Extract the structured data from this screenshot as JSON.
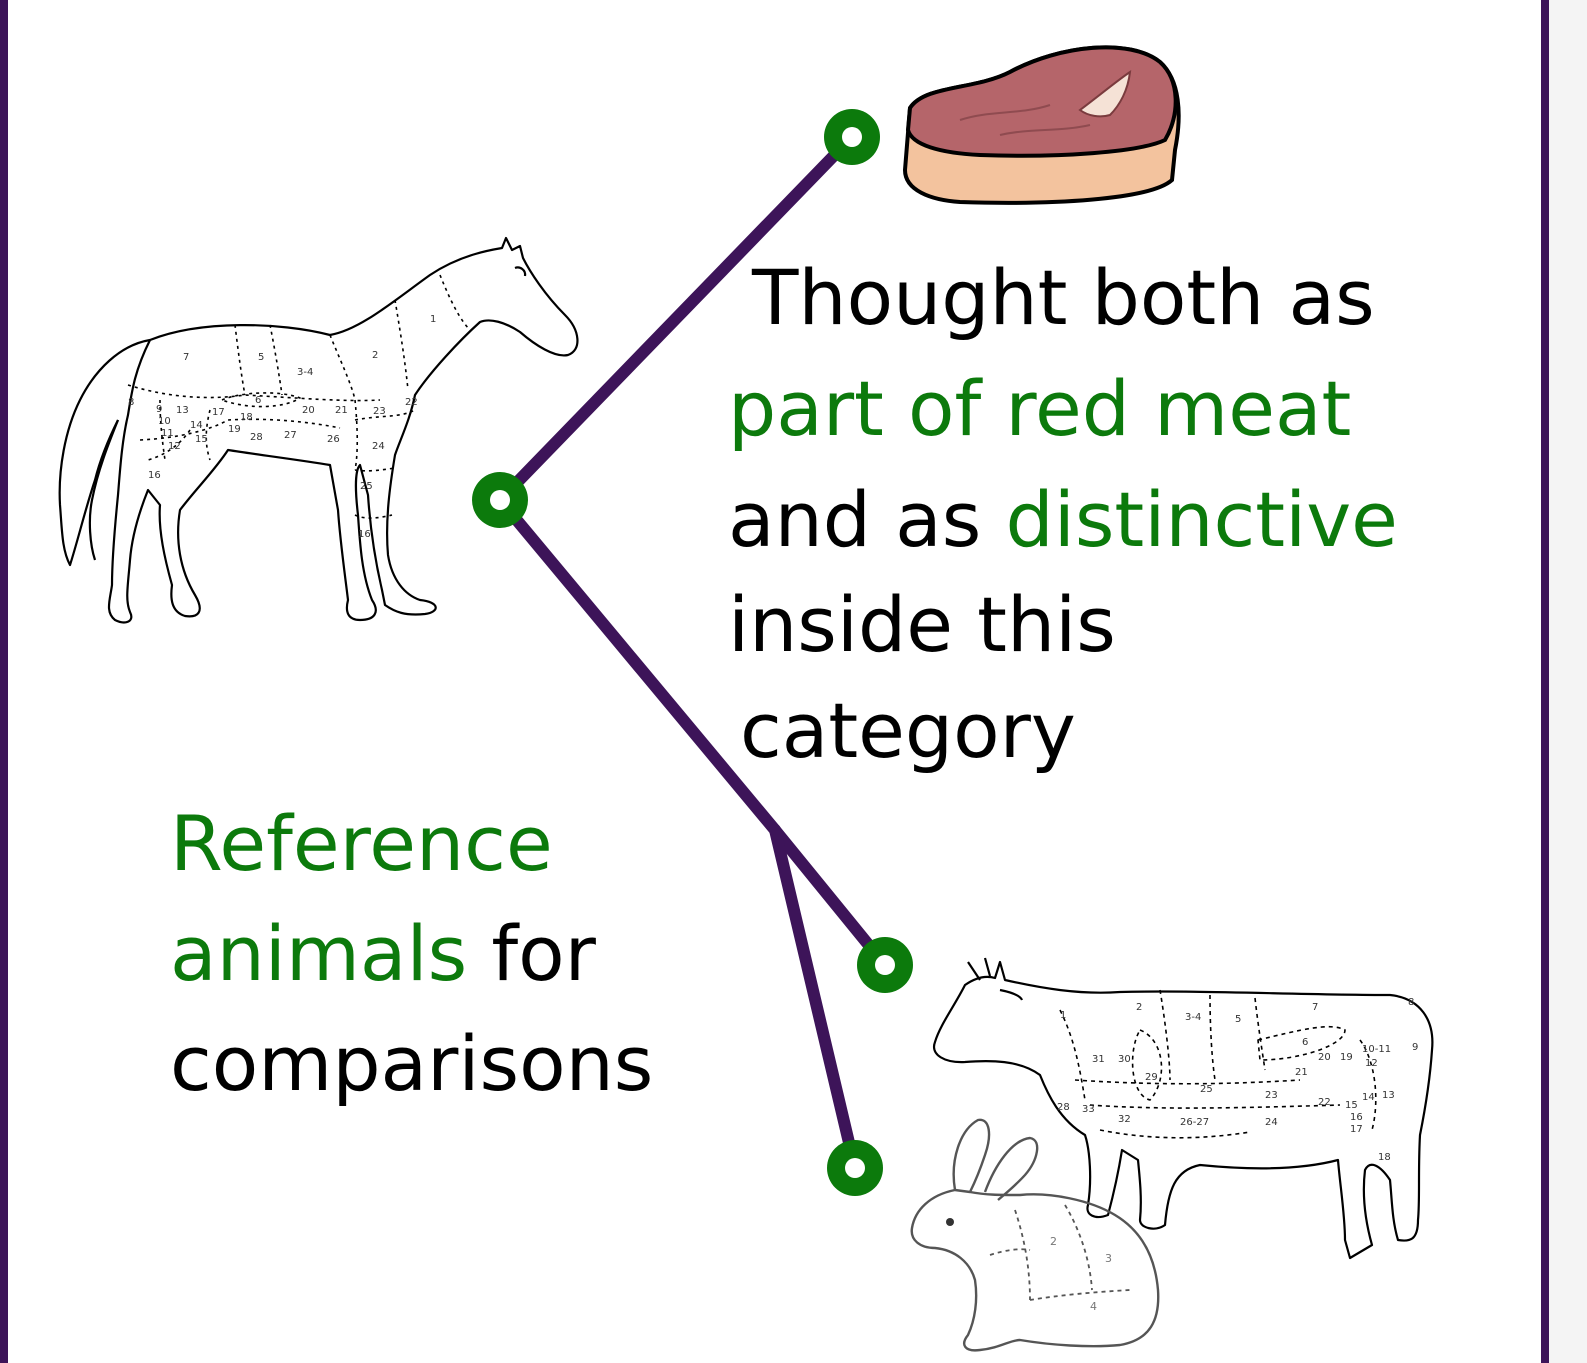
{
  "colors": {
    "frame": "#3d1459",
    "connector": "#3d1459",
    "node": "#0c7a0c",
    "highlight_text": "#0c7a0c",
    "body_text": "#000000",
    "meat": "#b5656a",
    "meat_fat": "#f3c39e"
  },
  "main_text": {
    "line1": " Thought both as",
    "line2": "part of red meat",
    "line3a": "and as ",
    "line3b": "distinctive",
    "line4": "inside this",
    "line5": " category"
  },
  "reference_text": {
    "line1": "Reference",
    "line2a": "animals",
    "line2b": " for",
    "line3": "comparisons"
  },
  "horse_chart_labels": [
    "1",
    "2",
    "3-4",
    "5",
    "6",
    "7",
    "8",
    "9",
    "10",
    "11",
    "12",
    "13",
    "14",
    "15",
    "16",
    "17",
    "18",
    "19",
    "20",
    "21",
    "22",
    "23",
    "24",
    "25",
    "26",
    "27",
    "28",
    "16"
  ],
  "cow_chart_labels": [
    "1",
    "2",
    "3-4",
    "5",
    "6",
    "7",
    "8",
    "9",
    "10-11",
    "12",
    "13",
    "14",
    "15",
    "16",
    "17",
    "18",
    "19",
    "20",
    "21",
    "22",
    "23",
    "24",
    "25",
    "26-27",
    "28",
    "29",
    "30",
    "31",
    "32",
    "33"
  ],
  "rabbit_chart_labels": [
    "2",
    "3",
    "4"
  ],
  "icons": {
    "horse": "horse-cuts-icon",
    "steak": "steak-icon",
    "cow": "cow-cuts-icon",
    "rabbit": "rabbit-cuts-icon",
    "node": "node-ring-icon"
  }
}
